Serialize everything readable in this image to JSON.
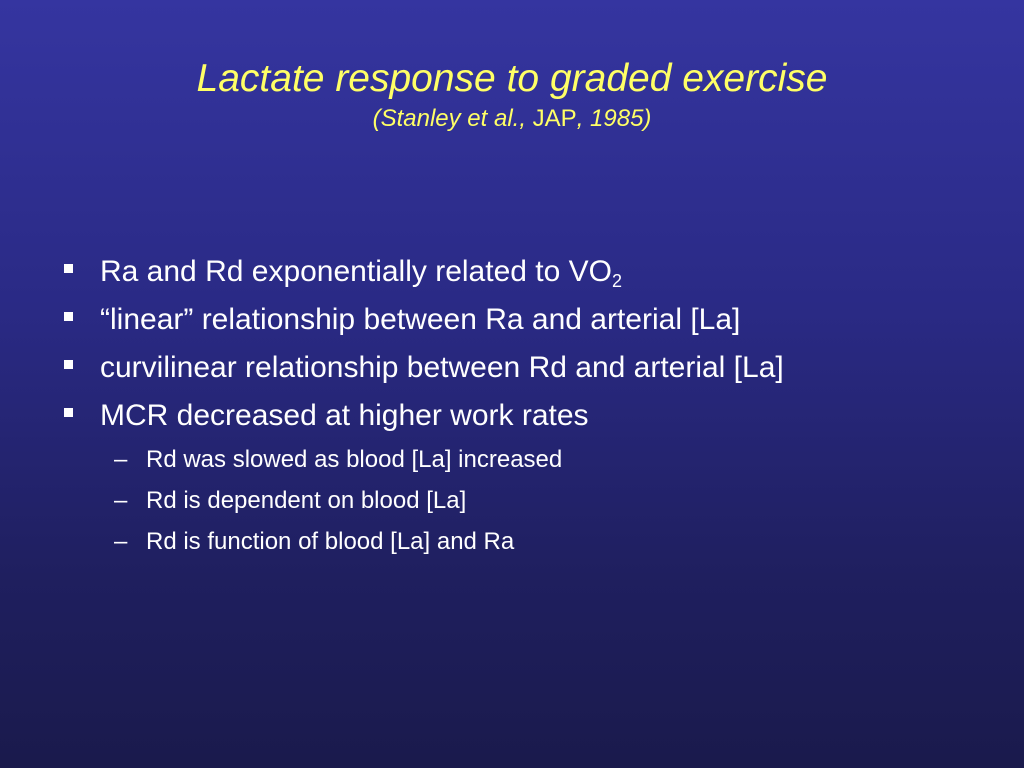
{
  "slide": {
    "title": "Lactate response to graded exercise",
    "subtitle": {
      "open": "(",
      "authors": "Stanley et al.,",
      "journal": " JAP",
      "year": ", 1985)"
    },
    "bullets": [
      {
        "text": "Ra and Rd exponentially related to VO",
        "subscript": "2"
      },
      {
        "text": "“linear” relationship between Ra and arterial [La]"
      },
      {
        "text": "curvilinear relationship between Rd and arterial [La]"
      },
      {
        "text": "MCR decreased at higher work rates"
      }
    ],
    "dash": "–",
    "subbullets": [
      "Rd was slowed as blood [La] increased",
      "Rd is dependent on blood [La]",
      "Rd is function of blood [La] and Ra"
    ],
    "colors": {
      "background_top": "#3535a0",
      "background_bottom": "#1a1a4c",
      "title": "#ffff66",
      "body_text": "#ffffff"
    }
  }
}
